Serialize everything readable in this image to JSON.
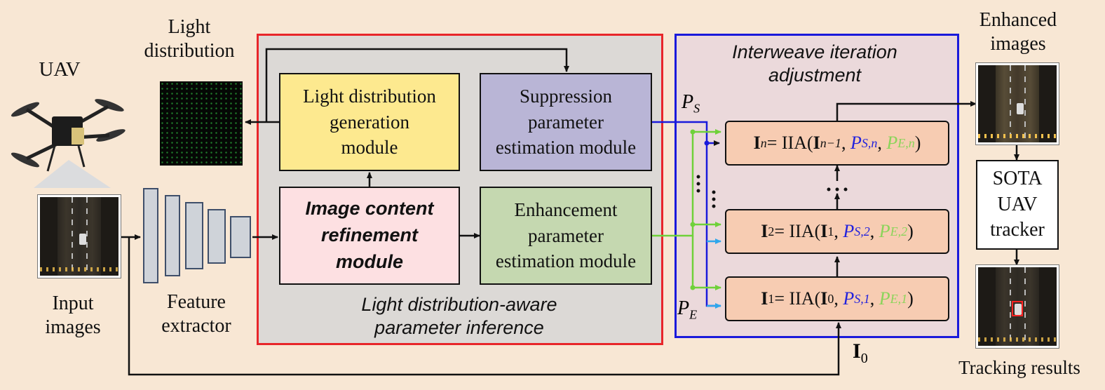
{
  "labels": {
    "uav": "UAV",
    "light_distribution": "Light\ndistribution",
    "input_images": "Input\nimages",
    "feature_extractor": "Feature\nextractor",
    "enhanced_images": "Enhanced\nimages",
    "tracking_results": "Tracking results",
    "ps": "P",
    "ps_sub": "S",
    "pe": "P",
    "pe_sub": "E",
    "i0": "I",
    "i0_sub": "0"
  },
  "modules": {
    "light_dist_gen": "Light distribution\ngeneration\nmodule",
    "suppression": "Suppression\nparameter\nestimation module",
    "image_refine": "Image content\nrefinement\nmodule",
    "enhancement": "Enhancement\nparameter\nestimation module"
  },
  "regions": {
    "inference_caption": "Light distribution-aware\nparameter inference",
    "iia_caption": "Interweave iteration\nadjustment"
  },
  "equations": {
    "n": {
      "lhs": "I",
      "lhs_sub": "n",
      "eq": "= IIA(",
      "arg": "I",
      "arg_sub": "n−1",
      "ps_sub": "S,n",
      "pe_sub": "E,n"
    },
    "two": {
      "lhs": "I",
      "lhs_sub": "2",
      "eq": "= IIA(",
      "arg": "I",
      "arg_sub": "1",
      "ps_sub": "S,2",
      "pe_sub": "E,2"
    },
    "one": {
      "lhs": "I",
      "lhs_sub": "1",
      "eq": "= IIA(",
      "arg": "I",
      "arg_sub": "0",
      "ps_sub": "S,1",
      "pe_sub": "E,1"
    }
  },
  "sota": "SOTA\nUAV\ntracker",
  "colors": {
    "inference_border": "#e8262a",
    "iia_border": "#1a1adb",
    "light_dist_gen": "#fde98f",
    "suppression": "#b9b5d6",
    "image_refine": "#fde0e2",
    "enhancement": "#c5d8b0",
    "ps_line": "#1a1adb",
    "pe_line": "#6fd13a",
    "cyan_arrow": "#2fa7ec"
  }
}
